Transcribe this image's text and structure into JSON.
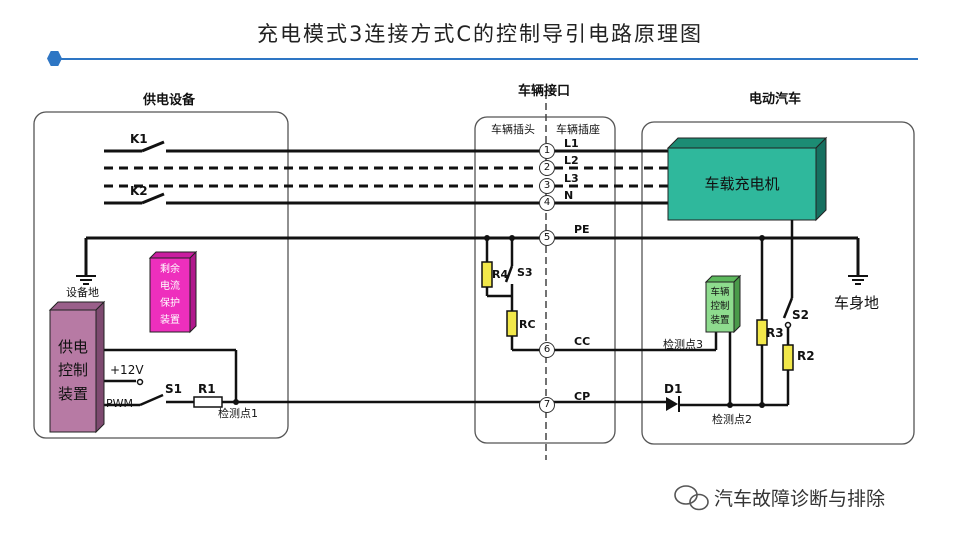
{
  "title": "充电模式3连接方式C的控制导引电路原理图",
  "sections": {
    "supply_equipment": "供电设备",
    "vehicle_interface": "车辆接口",
    "electric_vehicle": "电动汽车",
    "vehicle_plug": "车辆插头",
    "vehicle_socket": "车辆插座"
  },
  "components": {
    "onboard_charger": "车载充电机",
    "supply_control": [
      "供电",
      "控制",
      "装置"
    ],
    "rcd": [
      "剩余",
      "电流",
      "保护",
      "装置"
    ],
    "vehicle_control": [
      "车辆",
      "控制",
      "装置"
    ],
    "equipment_ground": "设备地",
    "body_ground": "车身地"
  },
  "labels": {
    "K1": "K1",
    "K2": "K2",
    "S1": "S1",
    "S2": "S2",
    "S3": "S3",
    "R1": "R1",
    "R2": "R2",
    "R3": "R3",
    "R4": "R4",
    "RC": "RC",
    "D1": "D1",
    "plus12v": "+12V",
    "pwm": "PWM",
    "test_point1": "检测点1",
    "test_point2": "检测点2",
    "test_point3": "检测点3"
  },
  "pins": [
    {
      "num": "1",
      "name": "L1"
    },
    {
      "num": "2",
      "name": "L2"
    },
    {
      "num": "3",
      "name": "L3"
    },
    {
      "num": "4",
      "name": "N"
    },
    {
      "num": "5",
      "name": "PE"
    },
    {
      "num": "6",
      "name": "CC"
    },
    {
      "num": "7",
      "name": "CP"
    }
  ],
  "watermark": "汽车故障诊断与排除",
  "colors": {
    "charger": "#2fb89c",
    "supply_control": "#b77aa4",
    "rcd": "#ee2fbd",
    "vehicle_control": "#8edc8e",
    "resistor": "#f2e84a",
    "accent": "#2e76c4"
  }
}
